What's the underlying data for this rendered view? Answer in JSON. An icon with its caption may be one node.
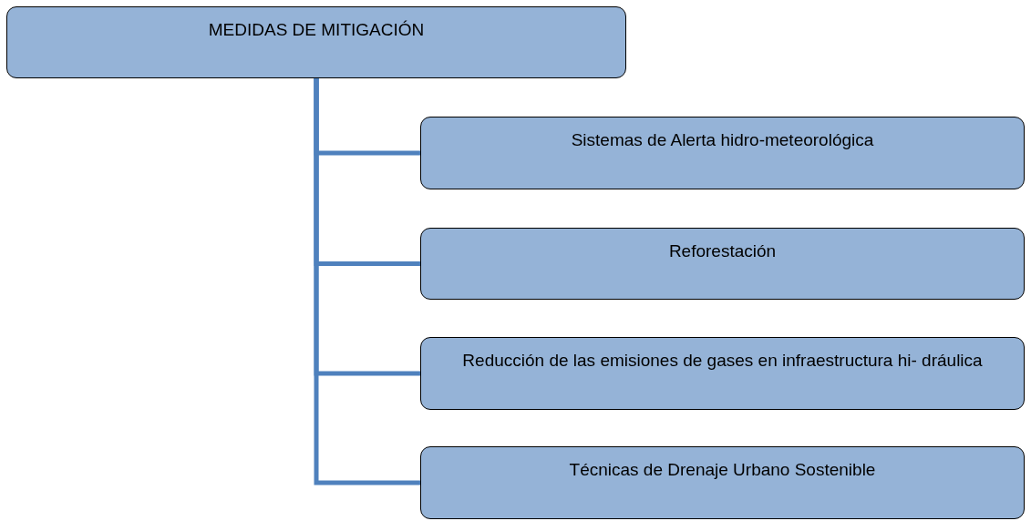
{
  "diagram": {
    "nodes": [
      {
        "text": [
          "MEDIDAS DE MITIGACIÓN"
        ]
      },
      {
        "text": [
          "Sistemas de Alerta hidro-meteorológica"
        ]
      },
      {
        "text": [
          "Reforestación"
        ]
      },
      {
        "text": [
          "Reducción de las emisiones de gases en infraestructura hi- dráulica"
        ]
      },
      {
        "text": [
          "Técnicas de Drenaje Urbano Sostenible"
        ]
      }
    ],
    "edges": [
      {
        "from": 0,
        "to": 1,
        "arrow": "none"
      },
      {
        "from": 0,
        "to": 2,
        "arrow": "none"
      },
      {
        "from": 0,
        "to": 3,
        "arrow": "none"
      },
      {
        "from": 0,
        "to": 4,
        "arrow": "none"
      }
    ]
  }
}
